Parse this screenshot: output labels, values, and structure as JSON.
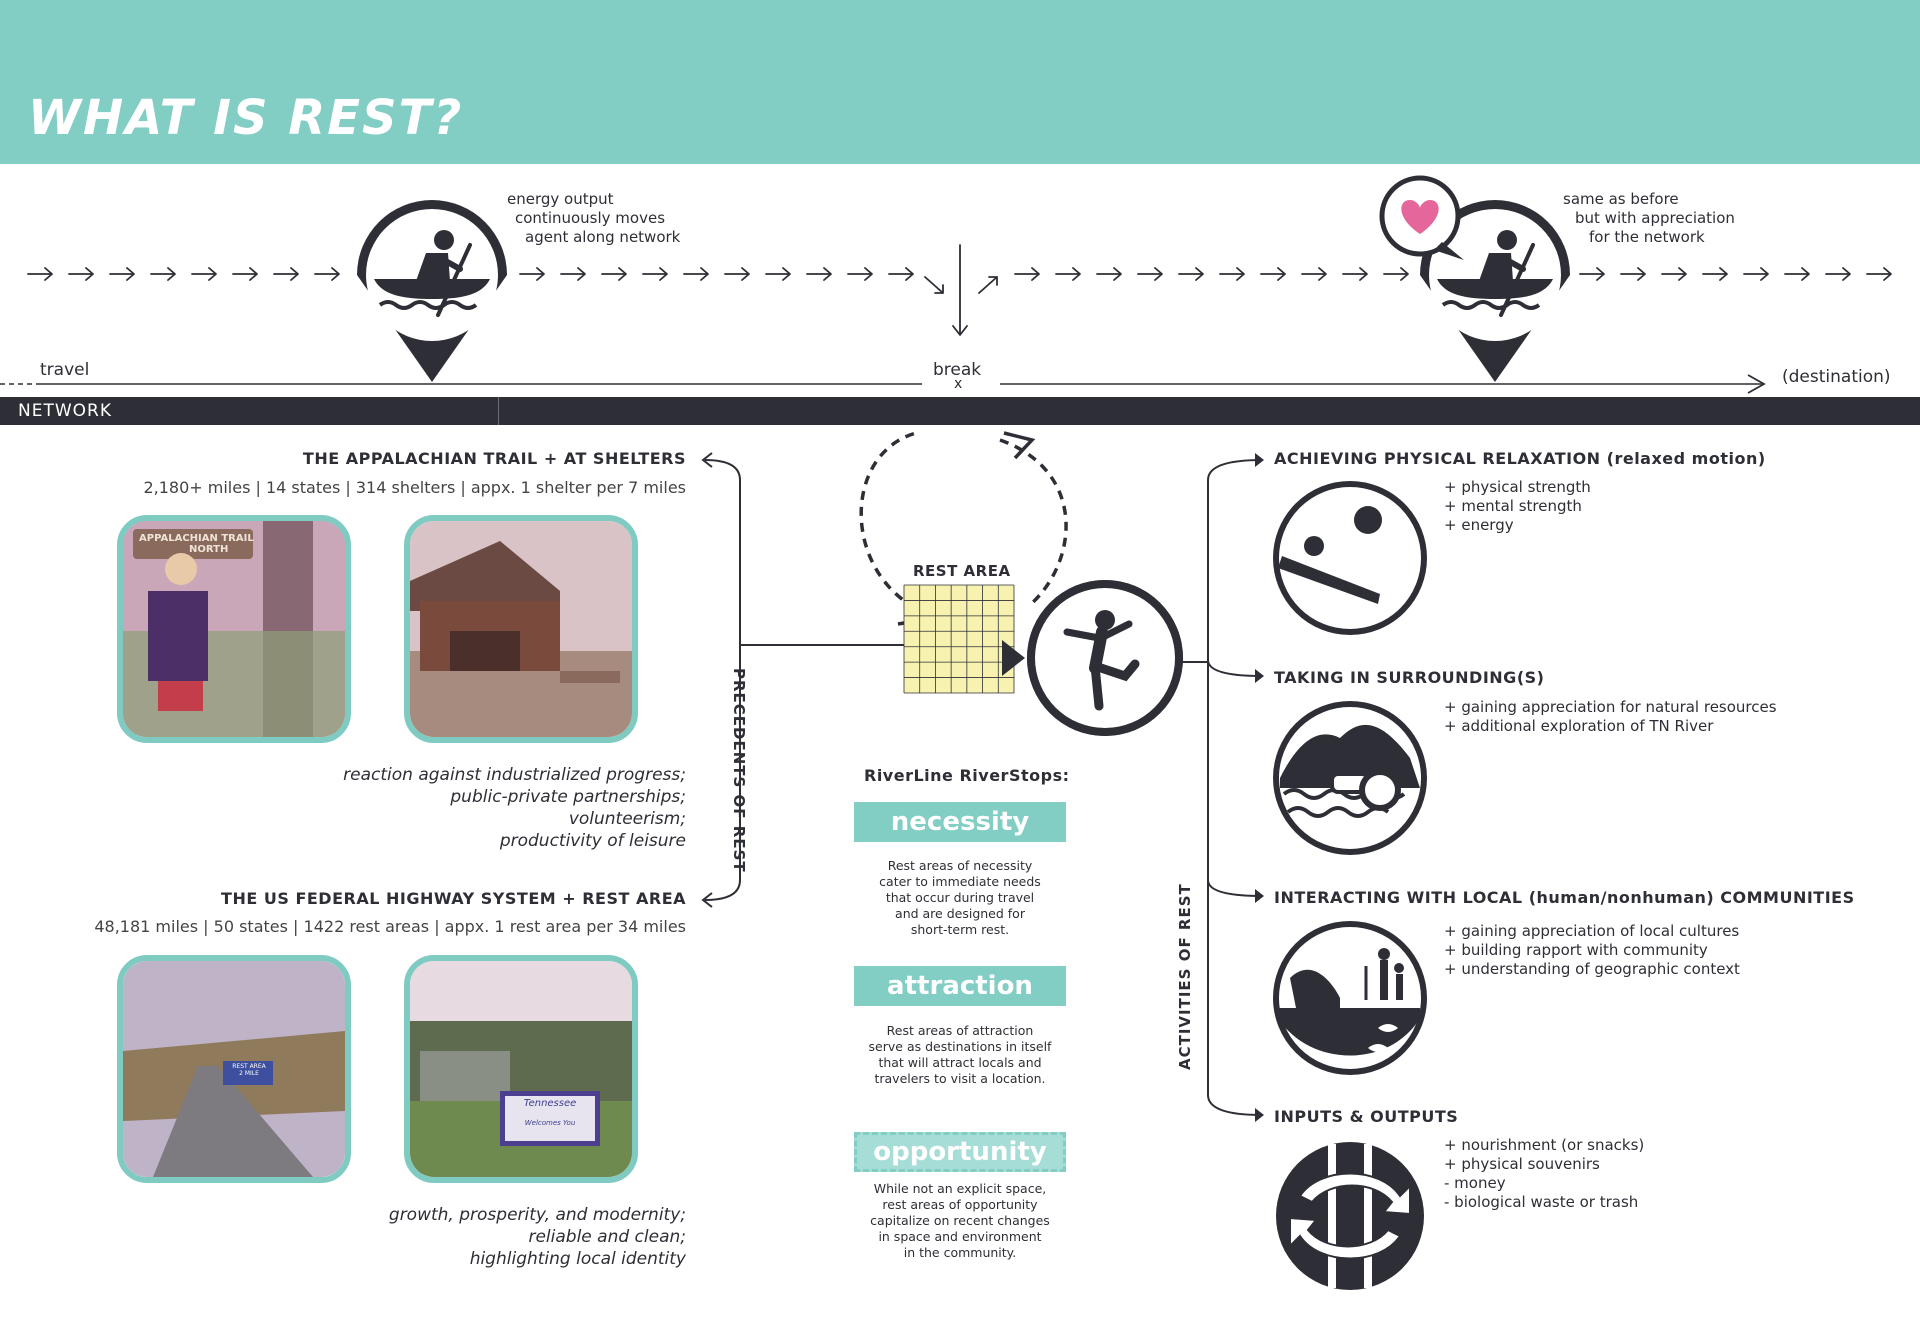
{
  "header": {
    "title": "WHAT IS REST?"
  },
  "timeline": {
    "note_left": [
      "energy output",
      "continuously moves",
      "agent along network"
    ],
    "note_right": [
      "same as before",
      "but with appreciation",
      "for the network"
    ],
    "travel_label": "travel",
    "break_label": "break",
    "break_mark": "x",
    "destination_label": "(destination)",
    "network_label": "NETWORK"
  },
  "precedents": {
    "trail": {
      "title": "THE APPALACHIAN TRAIL + AT SHELTERS",
      "stats": "2,180+ miles | 14 states | 314 shelters | appx. 1 shelter per 7 miles",
      "sign_text": [
        "APPALACHIAN TRAIL",
        "NORTH"
      ],
      "quotes": [
        "reaction against industrialized progress;",
        "public-private partnerships;",
        "volunteerism;",
        "productivity of leisure"
      ]
    },
    "highway": {
      "title": "THE US FEDERAL HIGHWAY SYSTEM + REST AREA",
      "stats": "48,181 miles | 50 states | 1422 rest areas | appx. 1 rest area per 34 miles",
      "sign_text": [
        "REST AREA",
        "2 MILE"
      ],
      "welcome_text": [
        "Tennessee",
        "Welcomes You"
      ],
      "quotes": [
        "growth, prosperity, and modernity;",
        "reliable and clean;",
        "highlighting local identity"
      ]
    },
    "vertical_label": "PRECEDENTS OF REST"
  },
  "center": {
    "rest_area_label": "REST AREA",
    "riverline_title": "RiverLine RiverStops:",
    "types": [
      {
        "name": "necessity",
        "desc": [
          "Rest areas of necessity",
          "cater to immediate needs",
          "that occur during travel",
          "and are designed for",
          "short-term rest."
        ]
      },
      {
        "name": "attraction",
        "desc": [
          "Rest areas of attraction",
          "serve as destinations in itself",
          "that will attract locals and",
          "travelers to visit a location."
        ]
      },
      {
        "name": "opportunity",
        "desc": [
          "While not an explicit space,",
          "rest areas of opportunity",
          "capitalize on recent changes",
          "in space and environment",
          "in the community."
        ]
      }
    ]
  },
  "activities": {
    "vertical_label": "ACTIVITIES OF REST",
    "items": [
      {
        "title": "ACHIEVING PHYSICAL RELAXATION (relaxed motion)",
        "icon": "relaxation-icon",
        "bullets": [
          "+ physical strength",
          "+ mental strength",
          "+ energy"
        ]
      },
      {
        "title": "TAKING IN SURROUNDING(S)",
        "icon": "binoculars-icon",
        "bullets": [
          "+ gaining appreciation for natural resources",
          "+ additional exploration of TN River"
        ]
      },
      {
        "title": "INTERACTING WITH LOCAL (human/nonhuman) COMMUNITIES",
        "icon": "community-icon",
        "bullets": [
          "+ gaining appreciation of local cultures",
          "+ building rapport with community",
          "+ understanding of geographic context"
        ]
      },
      {
        "title": "INPUTS & OUTPUTS",
        "icon": "cycle-icon",
        "bullets": [
          "+ nourishment (or snacks)",
          "+ physical souvenirs",
          "- money",
          "- biological waste or trash"
        ]
      }
    ]
  },
  "colors": {
    "teal": "#82cdc4",
    "dark": "#2e2f36",
    "heart": "#e5669a",
    "grid_fill": "#f7f2b0"
  }
}
